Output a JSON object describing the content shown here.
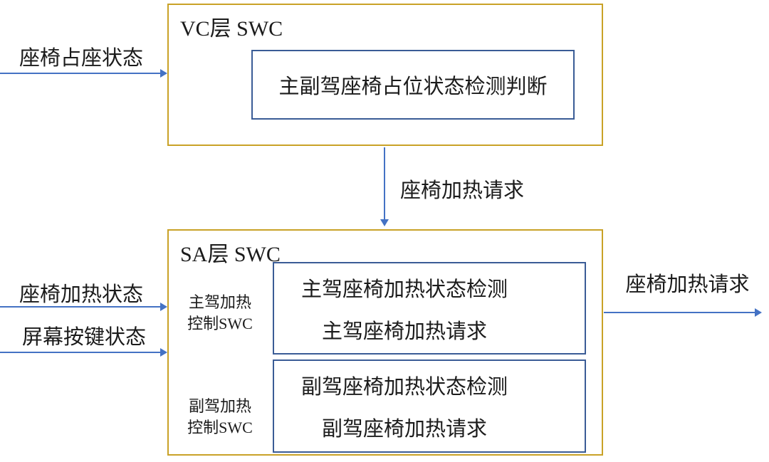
{
  "colors": {
    "frame": "#C9A227",
    "inner-border": "#3A5C96",
    "arrow": "#4472C4",
    "text": "#1b1b1b",
    "bg": "#ffffff"
  },
  "vc": {
    "title": "VC层 SWC",
    "inner_text": "主副驾座椅占位状态检测判断"
  },
  "sa": {
    "title": "SA层 SWC",
    "groups": [
      {
        "side_line1": "主驾加热",
        "side_line2": "控制SWC",
        "row1": "主驾座椅加热状态检测",
        "row2": "主驾座椅加热请求"
      },
      {
        "side_line1": "副驾加热",
        "side_line2": "控制SWC",
        "row1": "副驾座椅加热状态检测",
        "row2": "副驾座椅加热请求"
      }
    ]
  },
  "inputs": [
    {
      "label": "座椅占座状态"
    },
    {
      "label": "座椅加热状态"
    },
    {
      "label": "屏幕按键状态"
    }
  ],
  "flows": {
    "vc_to_sa": "座椅加热请求",
    "sa_output": "座椅加热请求"
  }
}
